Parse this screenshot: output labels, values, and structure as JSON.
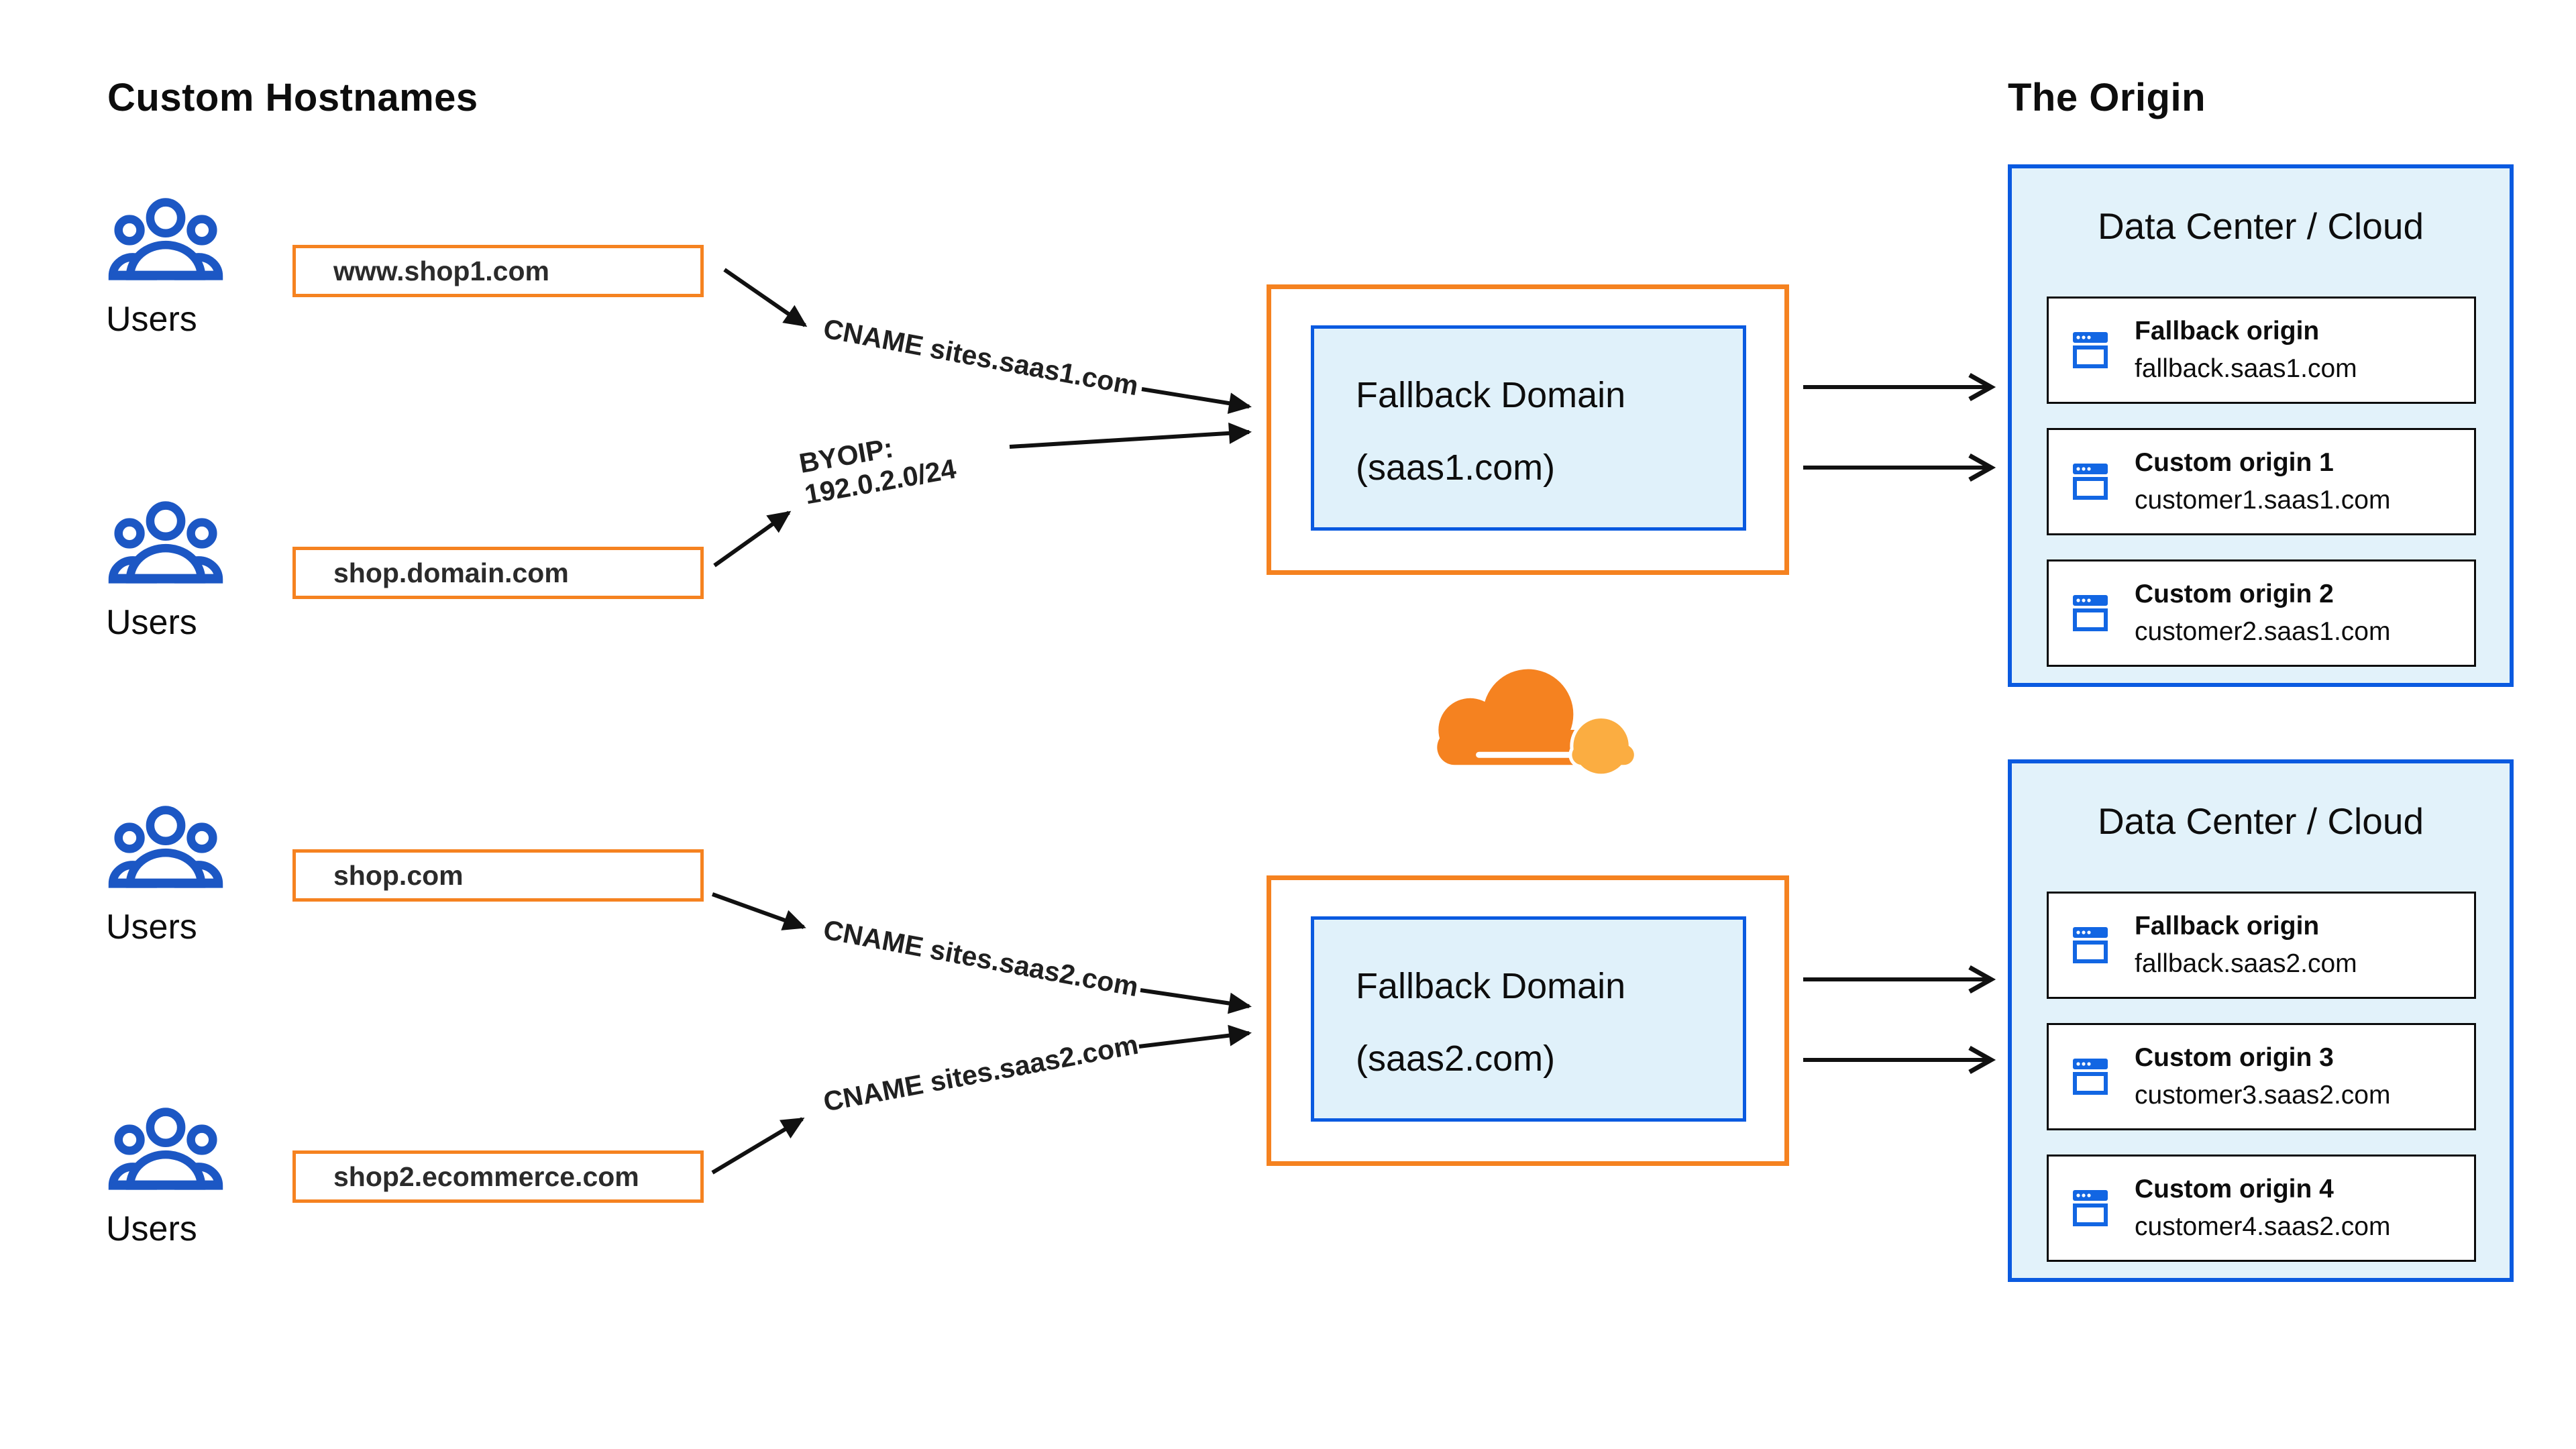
{
  "titles": {
    "left": "Custom Hostnames",
    "right": "The Origin"
  },
  "user_groups": [
    {
      "label": "Users"
    },
    {
      "label": "Users"
    },
    {
      "label": "Users"
    },
    {
      "label": "Users"
    }
  ],
  "hostnames": [
    {
      "text": "www.shop1.com"
    },
    {
      "text": "shop.domain.com"
    },
    {
      "text": "shop.com"
    },
    {
      "text": "shop2.ecommerce.com"
    }
  ],
  "edge_labels": [
    {
      "text": "CNAME sites.saas1.com"
    },
    {
      "line1": "BYOIP:",
      "line2": "192.0.2.0/24"
    },
    {
      "text": "CNAME sites.saas2.com"
    },
    {
      "text": "CNAME sites.saas2.com"
    }
  ],
  "fallback_domains": [
    {
      "line1": "Fallback Domain",
      "line2": "(saas1.com)"
    },
    {
      "line1": "Fallback Domain",
      "line2": "(saas2.com)"
    }
  ],
  "data_centers": [
    {
      "title": "Data Center / Cloud",
      "origins": [
        {
          "name": "Fallback origin",
          "host": "fallback.saas1.com"
        },
        {
          "name": "Custom origin 1",
          "host": "customer1.saas1.com"
        },
        {
          "name": "Custom origin 2",
          "host": "customer2.saas1.com"
        }
      ]
    },
    {
      "title": "Data Center / Cloud",
      "origins": [
        {
          "name": "Fallback origin",
          "host": "fallback.saas2.com"
        },
        {
          "name": "Custom origin 3",
          "host": "customer3.saas2.com"
        },
        {
          "name": "Custom origin 4",
          "host": "customer4.saas2.com"
        }
      ]
    }
  ],
  "icons": {
    "users": "users-group-icon",
    "origin": "browser-window-icon",
    "logo": "cloudflare-logo"
  },
  "colors": {
    "orange": "#F58220",
    "orange_light": "#FBAD41",
    "blue_border": "#0A5AE0",
    "icon_blue": "#1C57C4",
    "panel_fill": "#E2F2FA",
    "inner_fill": "#E0F1FA",
    "card_border": "#0B0B0B",
    "arrow": "#111111",
    "background": "#FFFFFF"
  }
}
